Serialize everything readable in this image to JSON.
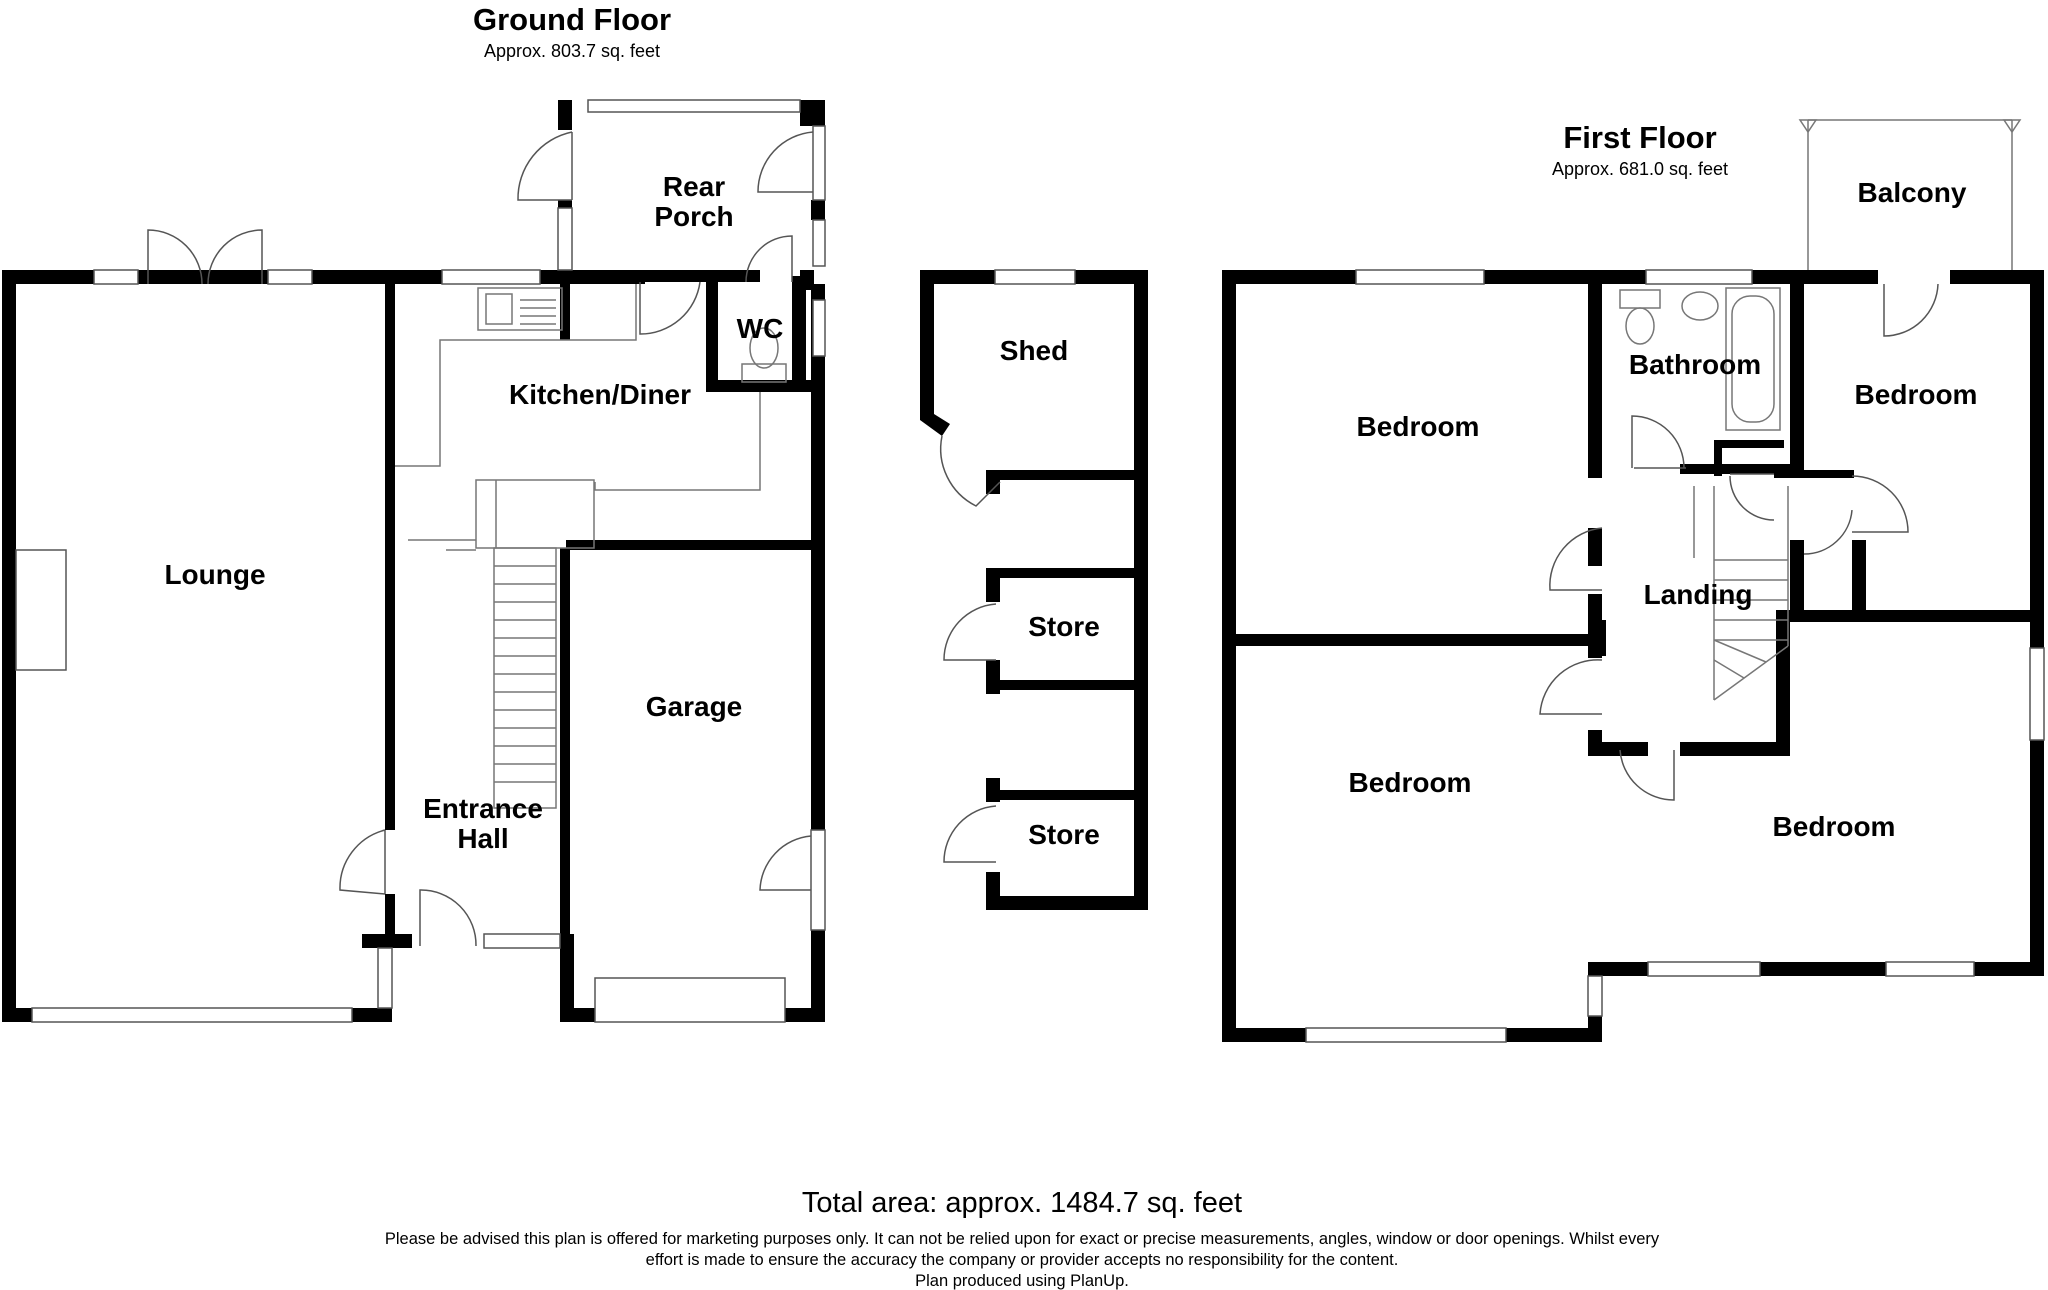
{
  "ground_floor": {
    "title": "Ground Floor",
    "area": "Approx. 803.7 sq. feet",
    "rooms": {
      "lounge": "Lounge",
      "rear_porch_1": "Rear",
      "rear_porch_2": "Porch",
      "wc": "WC",
      "kitchen": "Kitchen/Diner",
      "garage": "Garage",
      "entrance_1": "Entrance",
      "entrance_2": "Hall"
    }
  },
  "outbuildings": {
    "shed": "Shed",
    "store_1": "Store",
    "store_2": "Store"
  },
  "first_floor": {
    "title": "First Floor",
    "area": "Approx. 681.0 sq. feet",
    "rooms": {
      "balcony": "Balcony",
      "bathroom": "Bathroom",
      "bedroom_top_left": "Bedroom",
      "bedroom_top_right": "Bedroom",
      "landing": "Landing",
      "bedroom_bottom_left": "Bedroom",
      "bedroom_bottom_right": "Bedroom"
    }
  },
  "footer": {
    "total": "Total area: approx. 1484.7 sq. feet",
    "disclaimer_1": "Please be advised this plan is offered for marketing purposes only. It can not be relied upon for exact or precise measurements, angles, window or door openings. Whilst every",
    "disclaimer_2": "effort is made to ensure the accuracy the company or provider accepts no responsibility for the content.",
    "disclaimer_3": "Plan produced using PlanUp."
  }
}
